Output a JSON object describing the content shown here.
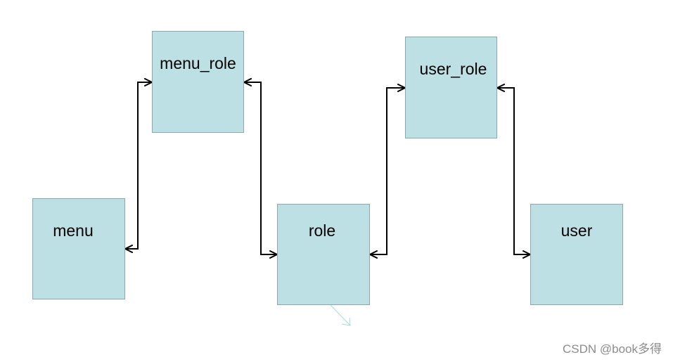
{
  "diagram": {
    "nodes": [
      {
        "id": "menu",
        "label": "menu"
      },
      {
        "id": "menu_role",
        "label": "menu_role"
      },
      {
        "id": "role",
        "label": "role"
      },
      {
        "id": "user_role",
        "label": "user_role"
      },
      {
        "id": "user",
        "label": "user"
      }
    ],
    "edges": [
      {
        "from": "menu",
        "to": "menu_role",
        "arrows": "both"
      },
      {
        "from": "menu_role",
        "to": "role",
        "arrows": "both"
      },
      {
        "from": "role",
        "to": "user_role",
        "arrows": "both"
      },
      {
        "from": "user_role",
        "to": "user",
        "arrows": "both"
      }
    ],
    "colors": {
      "node_fill": "#bde0e4",
      "node_border": "#8aa9ac",
      "edge": "#000000",
      "stray_stroke": "#a9dcd6"
    }
  },
  "watermark": {
    "text": "CSDN @book多得"
  }
}
